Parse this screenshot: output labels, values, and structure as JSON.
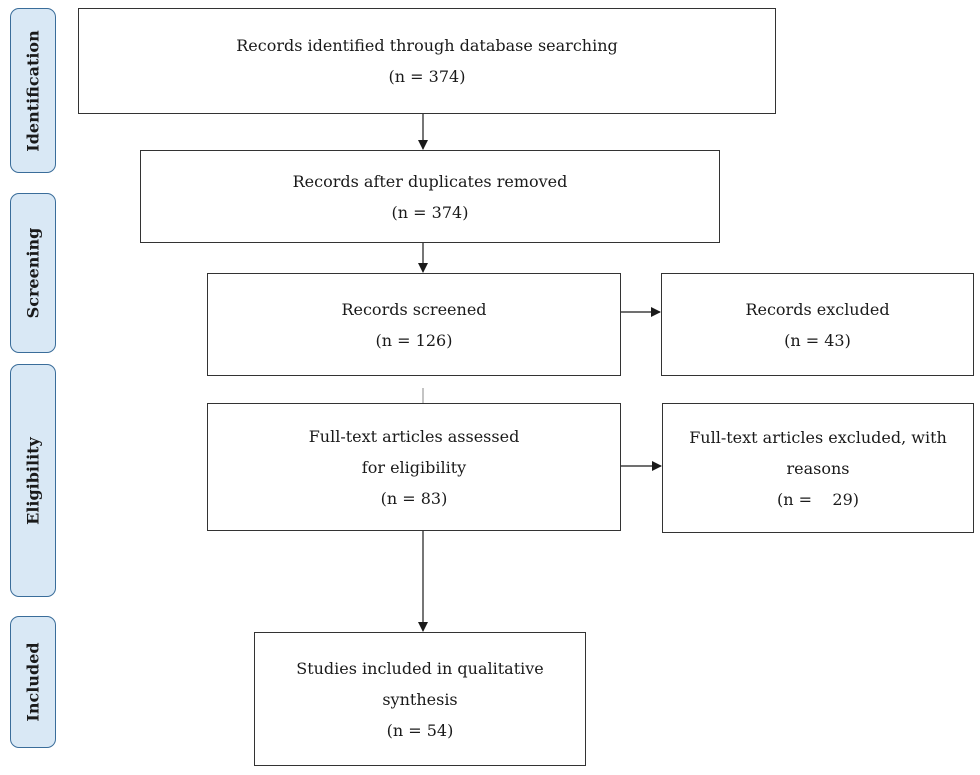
{
  "phases": {
    "identification": "Identification",
    "screening": "Screening",
    "eligibility": "Eligibility",
    "included": "Included"
  },
  "boxes": {
    "identified": {
      "line1": "Records identified through database searching",
      "count": "(n = 374)"
    },
    "duplicates_removed": {
      "line1": "Records after duplicates removed",
      "count": "(n = 374)"
    },
    "screened": {
      "line1": "Records screened",
      "count": "(n = 126)"
    },
    "excluded": {
      "line1": "Records excluded",
      "count": "(n = 43)"
    },
    "fulltext_assessed": {
      "line1": "Full-text articles assessed",
      "line2": "for eligibility",
      "count": "(n = 83)"
    },
    "fulltext_excluded": {
      "line1": "Full-text articles excluded, with",
      "line2": "reasons",
      "count": "(n =    29)"
    },
    "included": {
      "line1": "Studies included in qualitative",
      "line2": "synthesis",
      "count": "(n = 54)"
    }
  },
  "colors": {
    "phase_fill": "#d9e8f5",
    "phase_border": "#3a6d9a",
    "box_border": "#333333",
    "arrow": "#1a1a1a"
  }
}
